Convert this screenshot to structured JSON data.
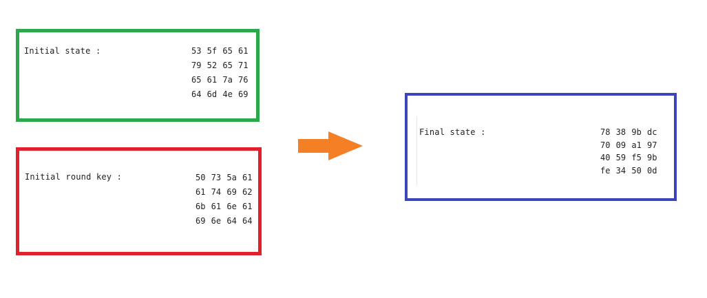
{
  "initial_state": {
    "label": "Initial state :",
    "rows": [
      "53 5f 65 61",
      "79 52 65 71",
      "65 61 7a 76",
      "64 6d 4e 69"
    ]
  },
  "initial_round_key": {
    "label": "Initial round key :",
    "rows": [
      "50 73 5a 61",
      "61 74 69 62",
      "6b 61 6e 61",
      "69 6e 64 64"
    ]
  },
  "final_state": {
    "label": "Final state :",
    "rows": [
      "78 38 9b dc",
      "70 09 a1 97",
      "40 59 f5 9b",
      "fe 34 50 0d"
    ]
  },
  "colors": {
    "initial_state_border": "#2aa84a",
    "initial_round_key_border": "#e0212b",
    "final_state_border": "#3b44b8",
    "arrow": "#f47f24"
  },
  "icons": {
    "arrow": "arrow-right-icon"
  }
}
